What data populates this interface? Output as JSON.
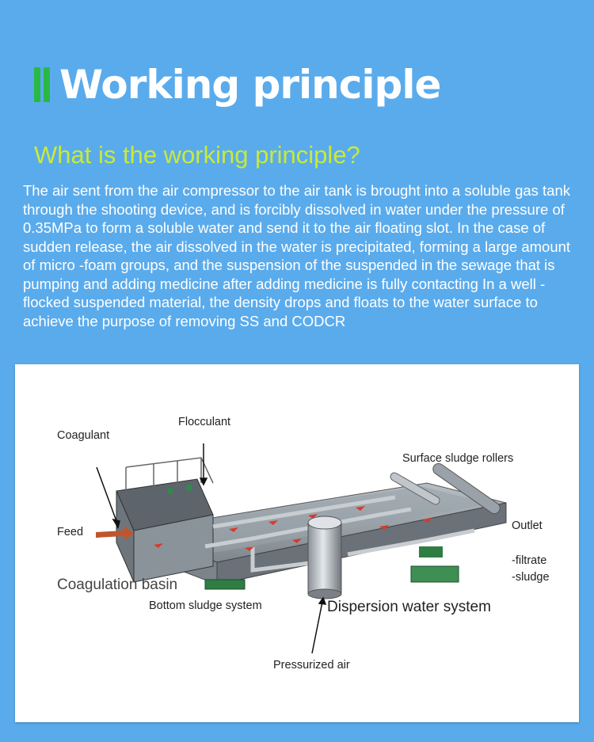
{
  "header": {
    "title": "Working principle",
    "subtitle": "What is the working principle?",
    "accent_color": "#2ab844",
    "subtitle_color": "#c8ea3a"
  },
  "description": "The air sent from the air compressor to the air tank is brought into a soluble gas tank through the shooting device, and is forcibly dissolved in water under the pressure of 0.35MPa to form a soluble water and send it to the air floating slot. In the case of sudden release, the air dissolved in the water is precipitated, forming a large amount of micro -foam groups, and the suspension of the suspended in the sewage that is pumping and adding medicine after adding medicine is fully contacting In a well -flocked suspended material, the density drops and floats to the water surface to achieve the purpose of removing SS and CODCR",
  "diagram": {
    "labels": {
      "coagulant": "Coagulant",
      "flocculant": "Flocculant",
      "surface_sludge_rollers": "Surface sludge rollers",
      "feed": "Feed",
      "outlet": "Outlet",
      "filtrate": "-filtrate",
      "sludge": "-sludge",
      "coagulation_basin": "Coagulation basin",
      "bottom_sludge_system": "Bottom sludge system",
      "dispersion_water_system": "Dispersion water system",
      "pressurized_air": "Pressurized air"
    }
  }
}
